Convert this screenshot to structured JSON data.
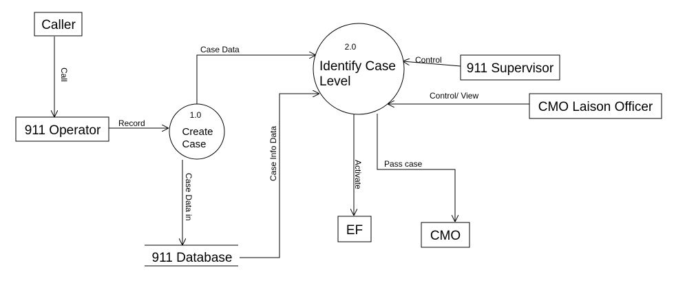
{
  "entities": {
    "caller": "Caller",
    "operator": "911 Operator",
    "supervisor": "911 Supervisor",
    "cmo_officer": "CMO Laison Officer",
    "ef": "EF",
    "cmo": "CMO"
  },
  "processes": {
    "create_case": {
      "number": "1.0",
      "line1": "Create",
      "line2": "Case"
    },
    "identify_case": {
      "number": "2.0",
      "line1": "Identify Case",
      "line2": "Level"
    }
  },
  "datastore": {
    "label": "911 Database"
  },
  "flows": {
    "call": "Call",
    "record": "Record",
    "case_data": "Case Data",
    "case_data_in": "Case Data in",
    "case_info_data": "Case Info Data",
    "control": "Control",
    "control_view": "Control/ View",
    "activate": "Activate",
    "pass_case": "Pass case"
  }
}
